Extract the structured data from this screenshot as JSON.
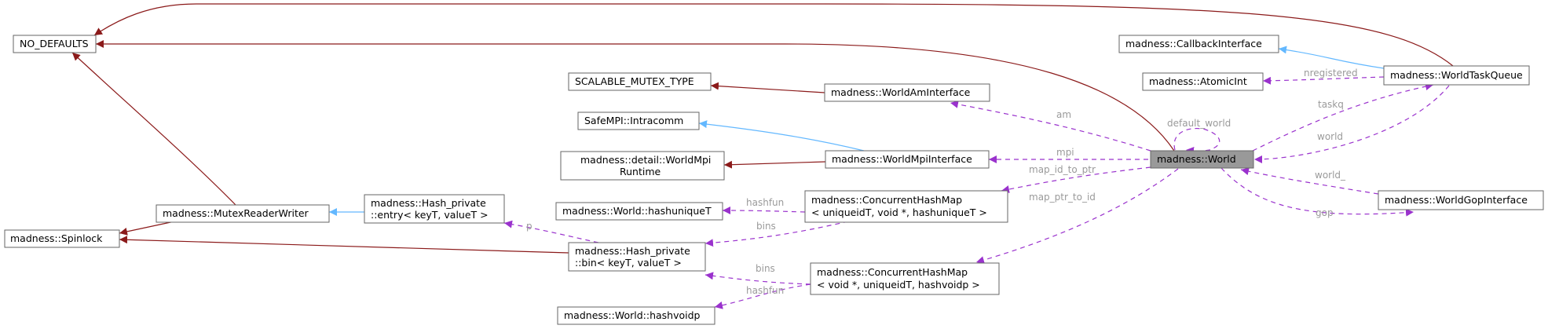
{
  "colors": {
    "inheritance_private": "#8b1a1a",
    "inheritance_public": "#63b8ff",
    "usage": "#9a32cd",
    "focus_fill": "#999999",
    "edge_label": "#9a9a9a"
  },
  "nodes": {
    "no_defaults": "NO_DEFAULTS",
    "spinlock": "madness::Spinlock",
    "mutex_rw": "madness::MutexReaderWriter",
    "hash_entry": [
      "madness::Hash_private",
      "::entry< keyT, valueT >"
    ],
    "scalable_mutex": "SCALABLE_MUTEX_TYPE",
    "intracomm": "SafeMPI::Intracomm",
    "detail_worldmpi": [
      "madness::detail::WorldMpi",
      "Runtime"
    ],
    "hashuniquet": "madness::World::hashuniqueT",
    "hash_bin": [
      "madness::Hash_private",
      "::bin< keyT, valueT >"
    ],
    "hashvoidp": "madness::World::hashvoidp",
    "am_interface": "madness::WorldAmInterface",
    "mpi_interface": "madness::WorldMpiInterface",
    "chm_uid": [
      "madness::ConcurrentHashMap",
      "< uniqueidT, void *, hashuniqueT >"
    ],
    "chm_ptr": [
      "madness::ConcurrentHashMap",
      "< void *, uniqueidT, hashvoidp >"
    ],
    "world": "madness::World",
    "callback": "madness::CallbackInterface",
    "atomicint": "madness::AtomicInt",
    "taskqueue": "madness::WorldTaskQueue",
    "gop": "madness::WorldGopInterface"
  },
  "edge_labels": {
    "am": "am",
    "mpi": "mpi",
    "default_world": "default_world",
    "map_id_to_ptr": "map_id_to_ptr",
    "map_ptr_to_id": "map_ptr_to_id",
    "taskq": "taskq",
    "world": "world",
    "world_": "world_",
    "gop": "gop",
    "nregistered": "nregistered",
    "hashfun_uid": "hashfun",
    "bins_uid": "bins",
    "p": "p",
    "bins_ptr": "bins",
    "hashfun_ptr": "hashfun"
  }
}
